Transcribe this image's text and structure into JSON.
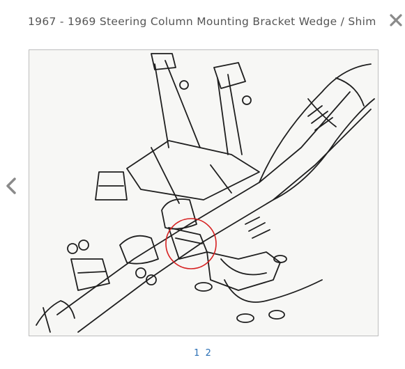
{
  "dialog": {
    "title": "1967 - 1969 Steering Column Mounting Bracket Wedge / Shim",
    "close_icon": "close-icon",
    "prev_icon": "chevron-left-icon"
  },
  "image": {
    "highlight_color": "#d62020"
  },
  "pagination": {
    "pages": [
      "1",
      "2"
    ],
    "current": "1"
  }
}
